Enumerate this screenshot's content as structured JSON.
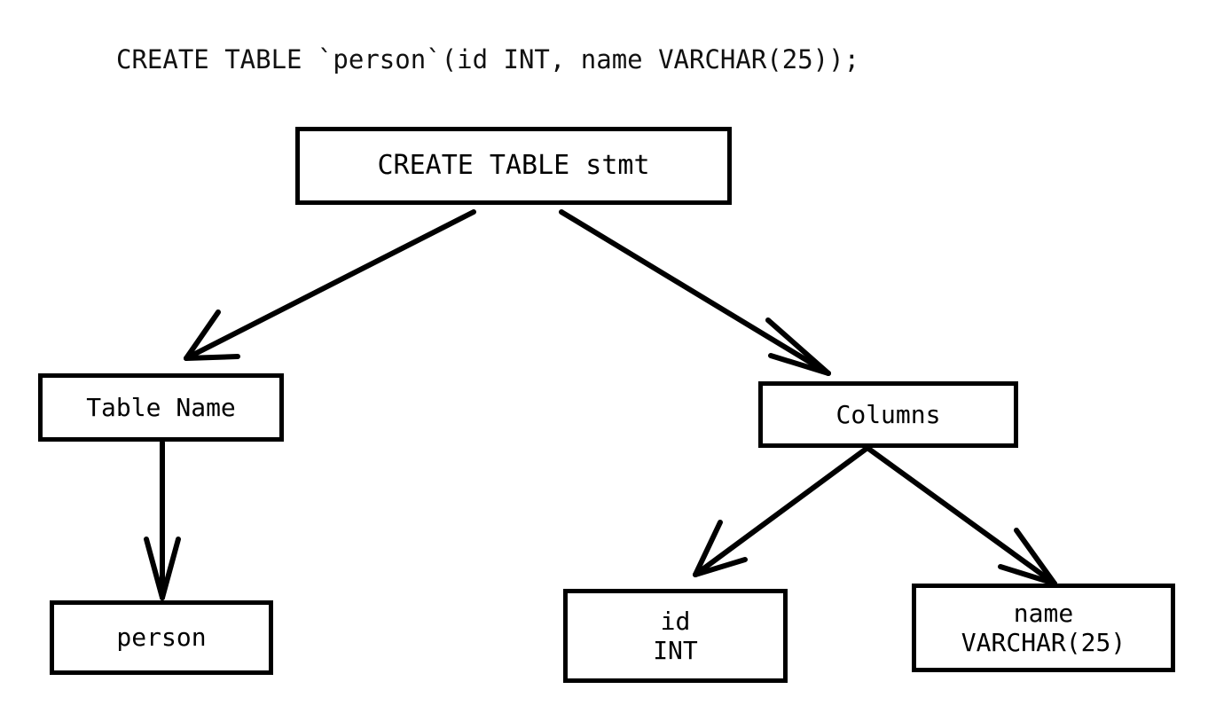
{
  "diagram": {
    "type": "parse-tree",
    "title": "CREATE TABLE `person`(id INT, name VARCHAR(25));",
    "background_color": "#ffffff",
    "stroke_color": "#000000",
    "text_color": "#000000",
    "nodes": {
      "root": {
        "label": "CREATE TABLE stmt"
      },
      "table_name": {
        "label": "Table Name"
      },
      "columns": {
        "label": "Columns"
      },
      "person": {
        "label": "person"
      },
      "col_id": {
        "name": "id",
        "type": "INT"
      },
      "col_name": {
        "name": "name",
        "type": "VARCHAR(25)"
      }
    },
    "edges": [
      {
        "from": "root",
        "to": "table_name",
        "arrow": "open-v"
      },
      {
        "from": "root",
        "to": "columns",
        "arrow": "open-v"
      },
      {
        "from": "table_name",
        "to": "person",
        "arrow": "open-v"
      },
      {
        "from": "columns",
        "to": "col_id",
        "arrow": "open-v"
      },
      {
        "from": "columns",
        "to": "col_name",
        "arrow": "open-v"
      }
    ]
  }
}
